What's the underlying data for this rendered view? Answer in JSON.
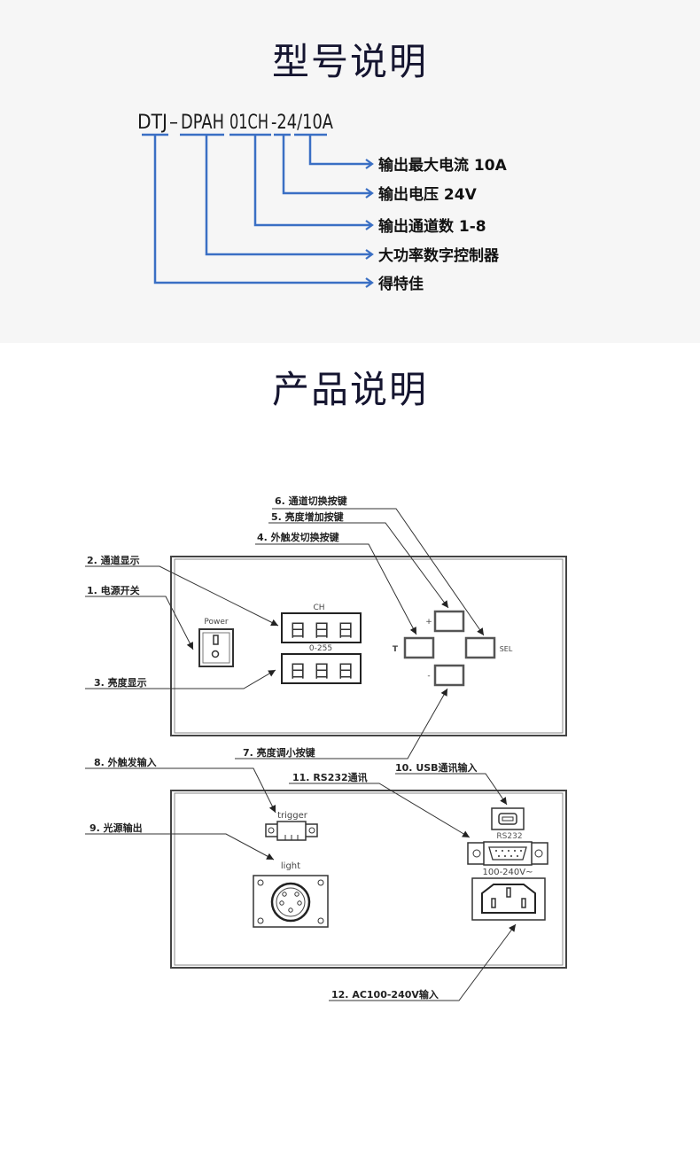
{
  "model_section": {
    "title": "型号说明",
    "code_parts": [
      "DTJ",
      "–",
      "DPAH",
      "01CH",
      "-24/10A"
    ],
    "segments": [
      {
        "code": "DTJ",
        "meaning": "得特佳"
      },
      {
        "code": "DPAH",
        "meaning": "大功率数字控制器"
      },
      {
        "code": "01CH",
        "meaning": "输出通道数 1-8"
      },
      {
        "code": "24",
        "meaning": "输出电压 24V"
      },
      {
        "code": "10A",
        "meaning": "输出最大电流 10A"
      }
    ],
    "line_color": "#3a6fc4"
  },
  "product_section": {
    "title": "产品说明",
    "front_panel": {
      "power_label": "Power",
      "ch_label": "CH",
      "range_label": "0-255",
      "btn_plus": "+",
      "btn_minus": "-",
      "btn_t": "T",
      "btn_sel": "SEL",
      "digit_glyph": "日"
    },
    "rear_panel": {
      "trigger_label": "trigger",
      "light_label": "light",
      "rs232_label": "RS232",
      "voltage_label": "100-240V~"
    },
    "callouts": [
      {
        "id": 1,
        "text": "1. 电源开关"
      },
      {
        "id": 2,
        "text": "2. 通道显示"
      },
      {
        "id": 3,
        "text": "3. 亮度显示"
      },
      {
        "id": 4,
        "text": "4. 外触发切换按键"
      },
      {
        "id": 5,
        "text": "5. 亮度增加按键"
      },
      {
        "id": 6,
        "text": "6. 通道切换按键"
      },
      {
        "id": 7,
        "text": "7. 亮度调小按键"
      },
      {
        "id": 8,
        "text": "8. 外触发输入"
      },
      {
        "id": 9,
        "text": "9. 光源输出"
      },
      {
        "id": 10,
        "text": "10. USB通讯输入"
      },
      {
        "id": 11,
        "text": "11. RS232通讯"
      },
      {
        "id": 12,
        "text": "12. AC100-240V输入"
      }
    ]
  }
}
